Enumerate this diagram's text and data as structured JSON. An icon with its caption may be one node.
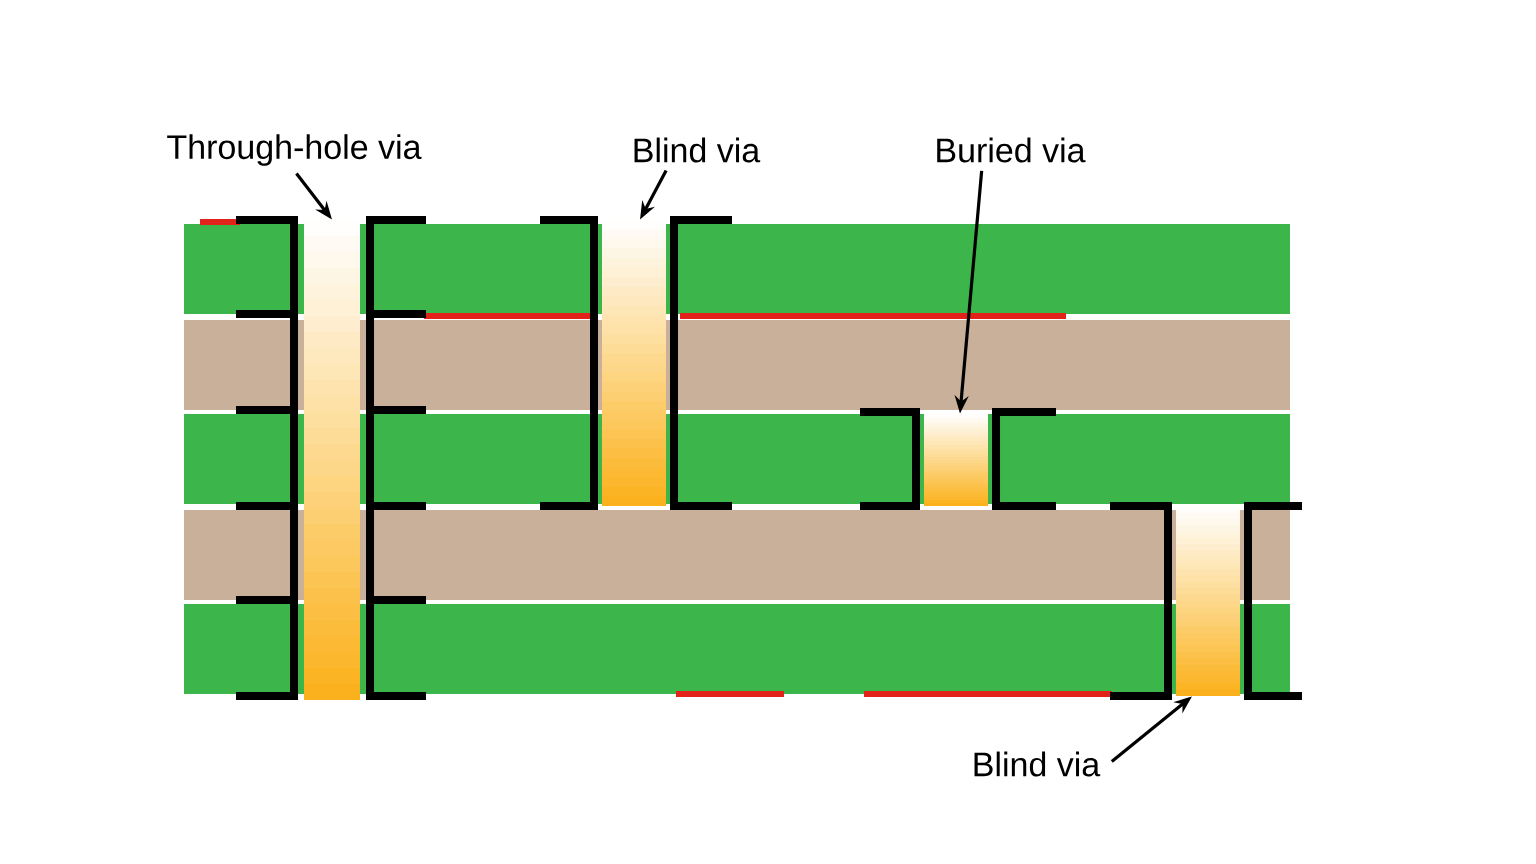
{
  "diagram": {
    "nodes": [
      {
        "text": [
          "Through-hole via"
        ]
      },
      {
        "text": [
          "Blind via"
        ]
      },
      {
        "text": [
          "Buried via"
        ]
      },
      {
        "text": [
          "Blind via"
        ]
      },
      {
        "text": [],
        "shape": "box"
      },
      {
        "text": [],
        "shape": "box"
      },
      {
        "text": [],
        "shape": "box"
      },
      {
        "text": [],
        "shape": "box"
      }
    ],
    "edges": [
      {
        "from": 0,
        "to": 4,
        "arrow": "to"
      },
      {
        "from": 1,
        "to": 5,
        "arrow": "to"
      },
      {
        "from": 2,
        "to": 6,
        "arrow": "to"
      },
      {
        "from": 3,
        "to": 7,
        "arrow": "to"
      }
    ]
  }
}
